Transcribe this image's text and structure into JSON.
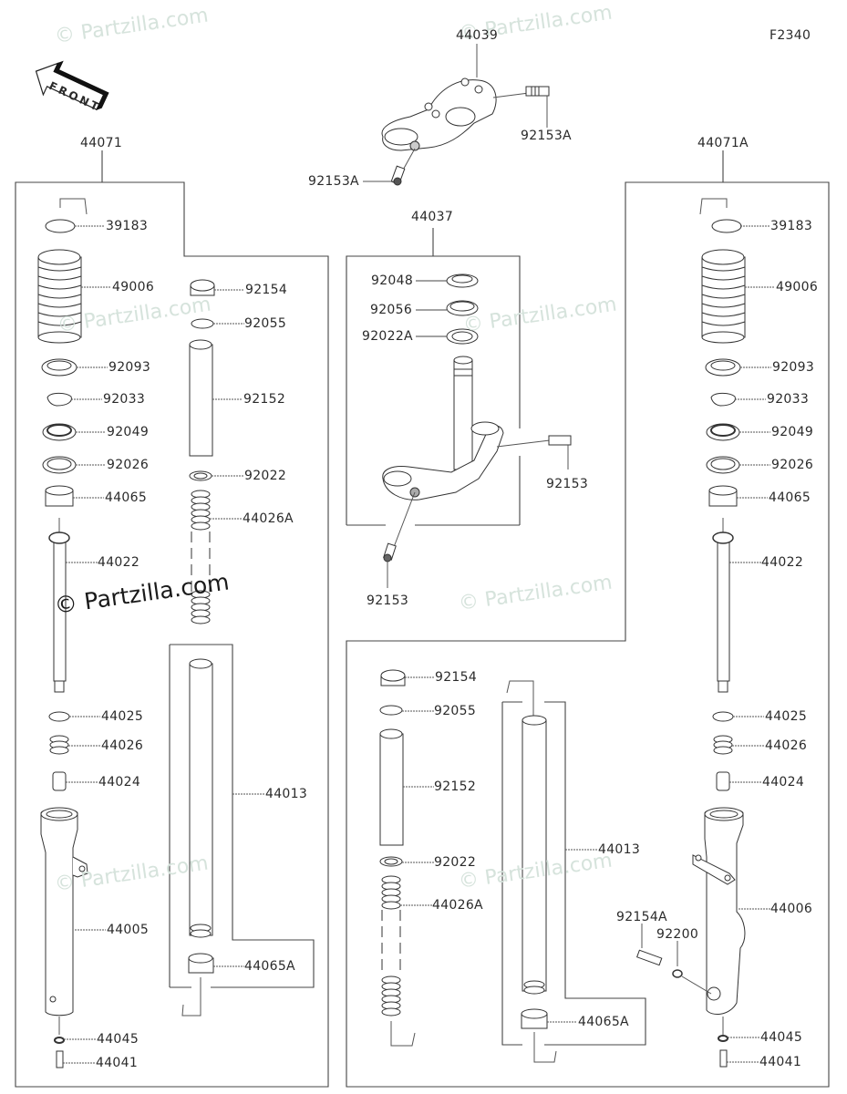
{
  "diagram": {
    "code": "F2340",
    "front_label": "FRONT",
    "watermark": "© Partzilla.com",
    "assemblies": {
      "left_fork": "44071",
      "right_fork": "44071A",
      "upper_bracket": "44039",
      "stem": "44037"
    },
    "top": {
      "p_44039": "44039",
      "p_92153A_r": "92153A",
      "p_92153A_l": "92153A"
    },
    "stem_parts": {
      "p_92048": "92048",
      "p_92056": "92056",
      "p_92022A": "92022A",
      "p_92153_r": "92153",
      "p_92153_b": "92153"
    },
    "left": {
      "p_39183": "39183",
      "p_49006": "49006",
      "p_92093": "92093",
      "p_92033": "92033",
      "p_92049": "92049",
      "p_92026": "92026",
      "p_44065": "44065",
      "p_44022": "44022",
      "p_44025": "44025",
      "p_44026": "44026",
      "p_44024": "44024",
      "p_44005": "44005",
      "p_44045": "44045",
      "p_44041": "44041",
      "p_92154": "92154",
      "p_92055": "92055",
      "p_92152": "92152",
      "p_92022": "92022",
      "p_44026A": "44026A",
      "p_44013": "44013",
      "p_44065A": "44065A"
    },
    "right": {
      "p_39183": "39183",
      "p_49006": "49006",
      "p_92093": "92093",
      "p_92033": "92033",
      "p_92049": "92049",
      "p_92026": "92026",
      "p_44065": "44065",
      "p_44022": "44022",
      "p_44025": "44025",
      "p_44026": "44026",
      "p_44024": "44024",
      "p_44006": "44006",
      "p_92154A": "92154A",
      "p_92200": "92200",
      "p_44045": "44045",
      "p_44041": "44041",
      "p_92154": "92154",
      "p_92055": "92055",
      "p_92152": "92152",
      "p_92022": "92022",
      "p_44026A": "44026A",
      "p_44013": "44013",
      "p_44065A": "44065A"
    }
  }
}
